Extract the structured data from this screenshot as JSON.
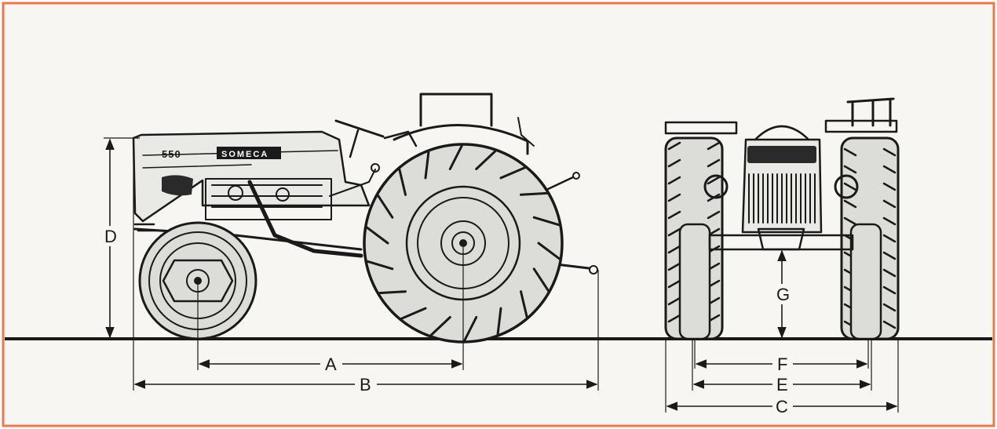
{
  "tractor": {
    "model_badge": "550",
    "brand_badge": "SOMECA"
  },
  "dimensions": {
    "A": "A",
    "B": "B",
    "C": "C",
    "D": "D",
    "E": "E",
    "F": "F",
    "G": "G"
  },
  "colors": {
    "frame_border": "#e87a4c",
    "ink": "#1a1a1a",
    "paper": "#f7f6f3"
  }
}
